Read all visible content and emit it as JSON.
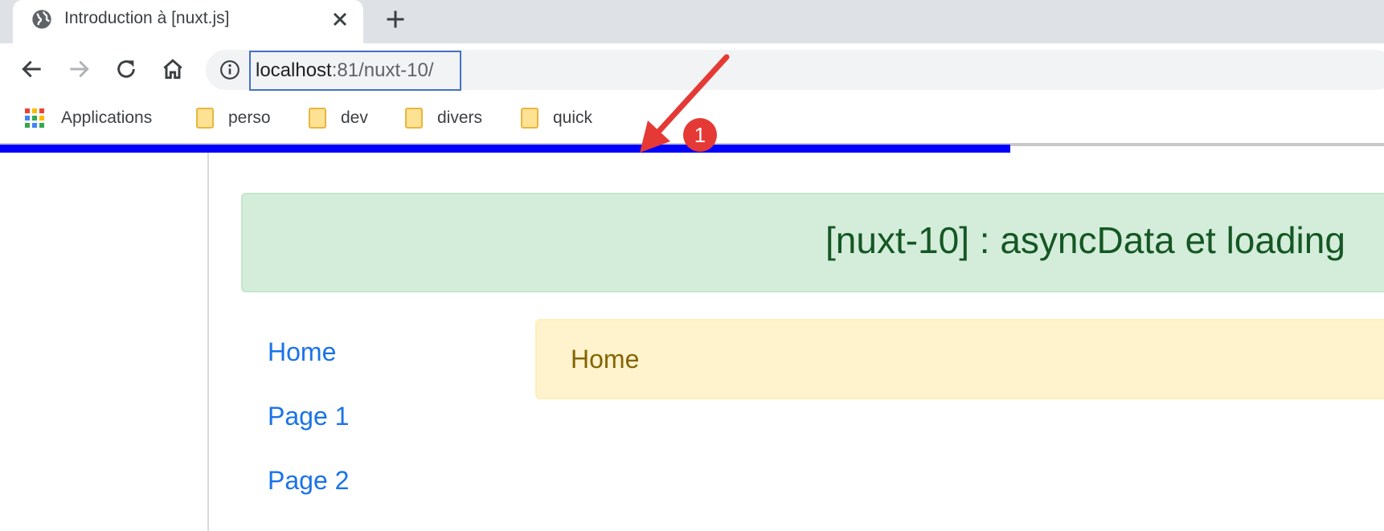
{
  "tab": {
    "title": "Introduction à [nuxt.js]"
  },
  "address_bar": {
    "host": "localhost",
    "rest": ":81/nuxt-10/"
  },
  "bookmarks": [
    {
      "label": "Applications",
      "icon": "apps-grid-icon"
    },
    {
      "label": "perso",
      "icon": "folder-icon"
    },
    {
      "label": "dev",
      "icon": "folder-icon"
    },
    {
      "label": "divers",
      "icon": "folder-icon"
    },
    {
      "label": "quick",
      "icon": "folder-icon"
    }
  ],
  "loading_bar": {
    "progress": 0.73,
    "color": "#0000ff"
  },
  "page": {
    "header_title": "[nuxt-10] : asyncData et loading",
    "menu": [
      "Home",
      "Page 1",
      "Page 2"
    ],
    "content": "Home"
  },
  "annotation": {
    "badge": "1",
    "color": "#e53935"
  }
}
